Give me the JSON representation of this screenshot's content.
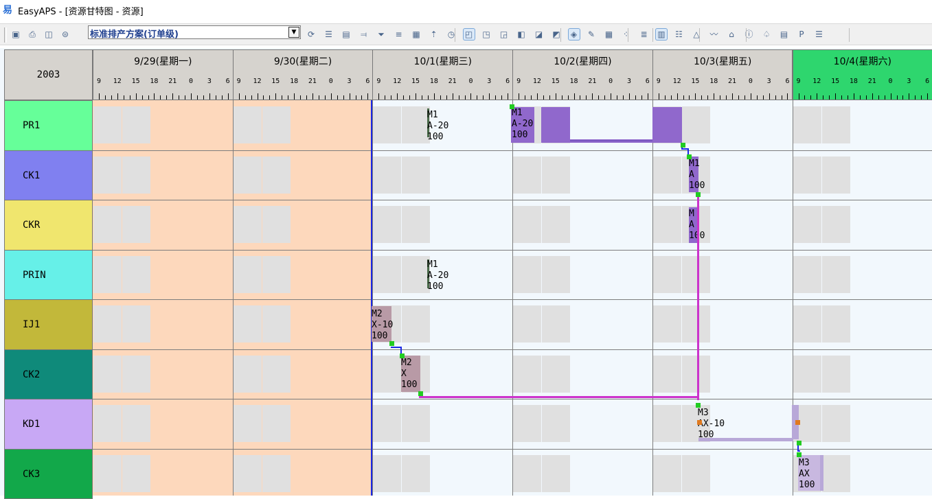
{
  "window": {
    "title": "EasyAPS - [资源甘特图 - 资源]",
    "app_icon": "易"
  },
  "toolbar": {
    "plan_select_value": "标准排产方案(订单级)",
    "icons": [
      "save-icon",
      "print-icon",
      "print-preview-icon",
      "print-setup-icon",
      "refresh-icon",
      "schedule-icon",
      "align-icon",
      "split-icon",
      "filter-icon",
      "merge-icon",
      "lock-icon",
      "move-up-icon",
      "clock-icon",
      "view-active-icon",
      "view-icon",
      "view-alt-icon",
      "view-dark-icon",
      "task-icon",
      "task-dark-icon",
      "layers-icon",
      "edit-icon",
      "grid-icon",
      "group-icon",
      "text-icon",
      "chart-icon",
      "list-icon",
      "triangle-icon",
      "trend-icon",
      "warehouse-icon",
      "info-icon",
      "bell-icon",
      "document-icon",
      "psi-icon",
      "menu-icon"
    ]
  },
  "gantt": {
    "corner": "2003",
    "days": [
      {
        "label": "9/29(星期一)",
        "highlight": false
      },
      {
        "label": "9/30(星期二)",
        "highlight": false
      },
      {
        "label": "10/1(星期三)",
        "highlight": false
      },
      {
        "label": "10/2(星期四)",
        "highlight": false
      },
      {
        "label": "10/3(星期五)",
        "highlight": false
      },
      {
        "label": "10/4(星期六)",
        "highlight": true
      }
    ],
    "hour_ticks": [
      "9",
      "12",
      "15",
      "18",
      "21",
      "0",
      "3",
      "6"
    ],
    "resources": [
      {
        "name": "PR1",
        "color": "#66ff99"
      },
      {
        "name": "CK1",
        "color": "#8080f0"
      },
      {
        "name": "CKR",
        "color": "#f0e66e"
      },
      {
        "name": "PRIN",
        "color": "#66f0e8"
      },
      {
        "name": "IJ1",
        "color": "#c2b83a"
      },
      {
        "name": "CK2",
        "color": "#0f8a7a"
      },
      {
        "name": "KD1",
        "color": "#c8a8f5"
      },
      {
        "name": "CK3",
        "color": "#12a84a"
      }
    ],
    "operations": [
      {
        "row": "PR1",
        "text": "M1\nA-20\n100"
      },
      {
        "row": "PR1",
        "text": "M1\nA-20\n100"
      },
      {
        "row": "CK1",
        "text": "M1\nA\n100"
      },
      {
        "row": "CKR",
        "text": "M\nA\n100"
      },
      {
        "row": "PRIN",
        "text": "M1\nA-20\n100"
      },
      {
        "row": "IJ1",
        "text": "M2\nX-10\n100"
      },
      {
        "row": "CK2",
        "text": "M2\nX\n100"
      },
      {
        "row": "KD1",
        "text": "M3\nAX-10\n100"
      },
      {
        "row": "CK3",
        "text": "M3\nAX\n100"
      }
    ],
    "colors": {
      "past": "#fdd8bc",
      "today_line": "#1a28e6",
      "highlight_day": "#2ed66e",
      "link": "#cc33cc",
      "op_purple": "#9068cc",
      "op_mauve": "#b89aa6"
    }
  }
}
